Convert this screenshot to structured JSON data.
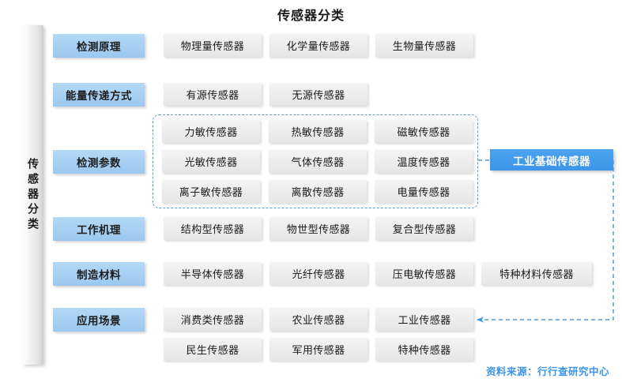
{
  "header": {
    "title": "传感器分类"
  },
  "spine": {
    "label": "传感器分类"
  },
  "categories": [
    {
      "label": "检测原理"
    },
    {
      "label": "能量传递方式"
    },
    {
      "label": "检测参数"
    },
    {
      "label": "工作机理"
    },
    {
      "label": "制造材料"
    },
    {
      "label": "应用场景"
    }
  ],
  "rows": {
    "detection_principle": [
      {
        "label": "物理量传感器"
      },
      {
        "label": "化学量传感器"
      },
      {
        "label": "生物量传感器"
      }
    ],
    "energy_transfer": [
      {
        "label": "有源传感器"
      },
      {
        "label": "无源传感器"
      }
    ],
    "detection_parameter": [
      {
        "label": "力敏传感器"
      },
      {
        "label": "热敏传感器"
      },
      {
        "label": "磁敏传感器"
      },
      {
        "label": "光敏传感器"
      },
      {
        "label": "气体传感器"
      },
      {
        "label": "温度传感器"
      },
      {
        "label": "离子敏传感器"
      },
      {
        "label": "离散传感器"
      },
      {
        "label": "电量传感器"
      }
    ],
    "working_mechanism": [
      {
        "label": "结构型传感器"
      },
      {
        "label": "物世型传感器"
      },
      {
        "label": "复合型传感器"
      }
    ],
    "manufacturing_material": [
      {
        "label": "半导体传感器"
      },
      {
        "label": "光纤传感器"
      },
      {
        "label": "压电敏传感器"
      },
      {
        "label": "特种材料传感器"
      }
    ],
    "application_scene": [
      {
        "label": "消费类传感器"
      },
      {
        "label": "农业传感器"
      },
      {
        "label": "工业传感器"
      },
      {
        "label": "民生传感器"
      },
      {
        "label": "军用传感器"
      },
      {
        "label": "特种传感器"
      }
    ]
  },
  "callout": {
    "label": "工业基础传感器"
  },
  "footer": {
    "source": "资料来源：行行查研究中心"
  },
  "colors": {
    "accent_blue": "#3d95e8",
    "category_blue": "#a6cff2",
    "item_grey": "#eeeeee",
    "dashed_border": "#4a9fe0"
  }
}
